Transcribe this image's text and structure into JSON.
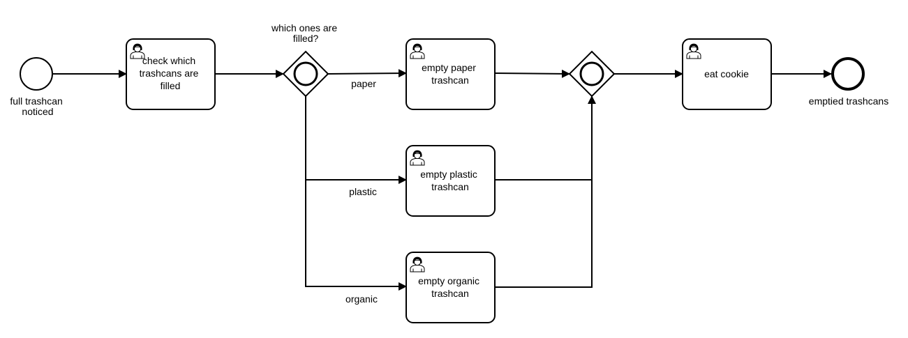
{
  "diagram": {
    "start_event": {
      "label_lines": [
        "full trashcan",
        "noticed"
      ]
    },
    "end_event": {
      "label": "emptied trashcans"
    },
    "tasks": {
      "check": {
        "label_lines": [
          "check which",
          "trashcans are",
          "filled"
        ],
        "icon": "user-icon"
      },
      "paper": {
        "label_lines": [
          "empty paper",
          "trashcan"
        ],
        "icon": "user-icon"
      },
      "plastic": {
        "label_lines": [
          "empty plastic",
          "trashcan"
        ],
        "icon": "user-icon"
      },
      "organic": {
        "label_lines": [
          "empty organic",
          "trashcan"
        ],
        "icon": "user-icon"
      },
      "cookie": {
        "label_lines": [
          "eat cookie"
        ],
        "icon": "user-icon"
      }
    },
    "split_gateway": {
      "type": "inclusive",
      "label_lines": [
        "which ones are",
        "filled?"
      ]
    },
    "join_gateway": {
      "type": "inclusive"
    },
    "flows": {
      "paper": "paper",
      "plastic": "plastic",
      "organic": "organic"
    }
  },
  "colors": {
    "stroke": "#000000",
    "fill": "#ffffff"
  }
}
